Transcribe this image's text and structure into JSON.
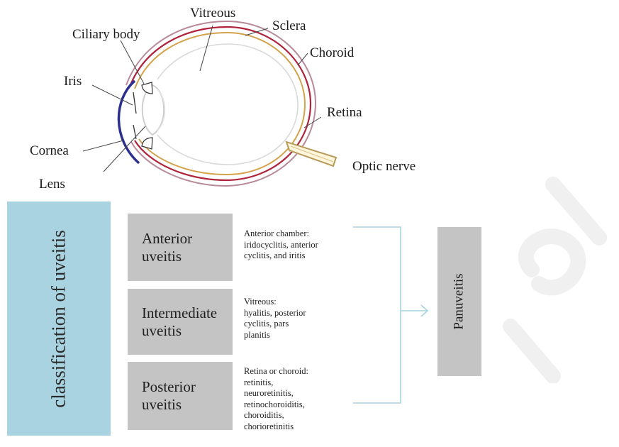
{
  "eye_labels": {
    "vitreous": "Vitreous",
    "sclera": "Sclera",
    "ciliary_body": "Ciliary body",
    "choroid": "Choroid",
    "iris": "Iris",
    "retina": "Retina",
    "cornea": "Cornea",
    "optic_nerve": "Optic nerve",
    "lens": "Lens"
  },
  "classification": {
    "title": "classification of uveitis",
    "types": [
      {
        "name": "Anterior\nuveitis",
        "description": "Anterior chamber:\niridocyclitis, anterior\ncyclitis, and iritis"
      },
      {
        "name": "Intermediate\nuveitis",
        "description": "Vitreous:\nhyalitis, posterior\ncyclitis, pars\nplanitis"
      },
      {
        "name": "Posterior\nuveitis",
        "description": "Retina or choroid:\nretinitis,\nneuroretinitis,\nretinochoroiditis,\nchoroiditis,\nchorioretinitis"
      }
    ],
    "result": "Panuveitis"
  },
  "colors": {
    "classification_box": "#a9d3e0",
    "type_box": "#c4c4c4",
    "cornea": "#2b2f8f",
    "choroid": "#b0243b",
    "sclera": "#b88a9a",
    "retina": "#d4a24a",
    "connector": "#a9d3e0"
  }
}
